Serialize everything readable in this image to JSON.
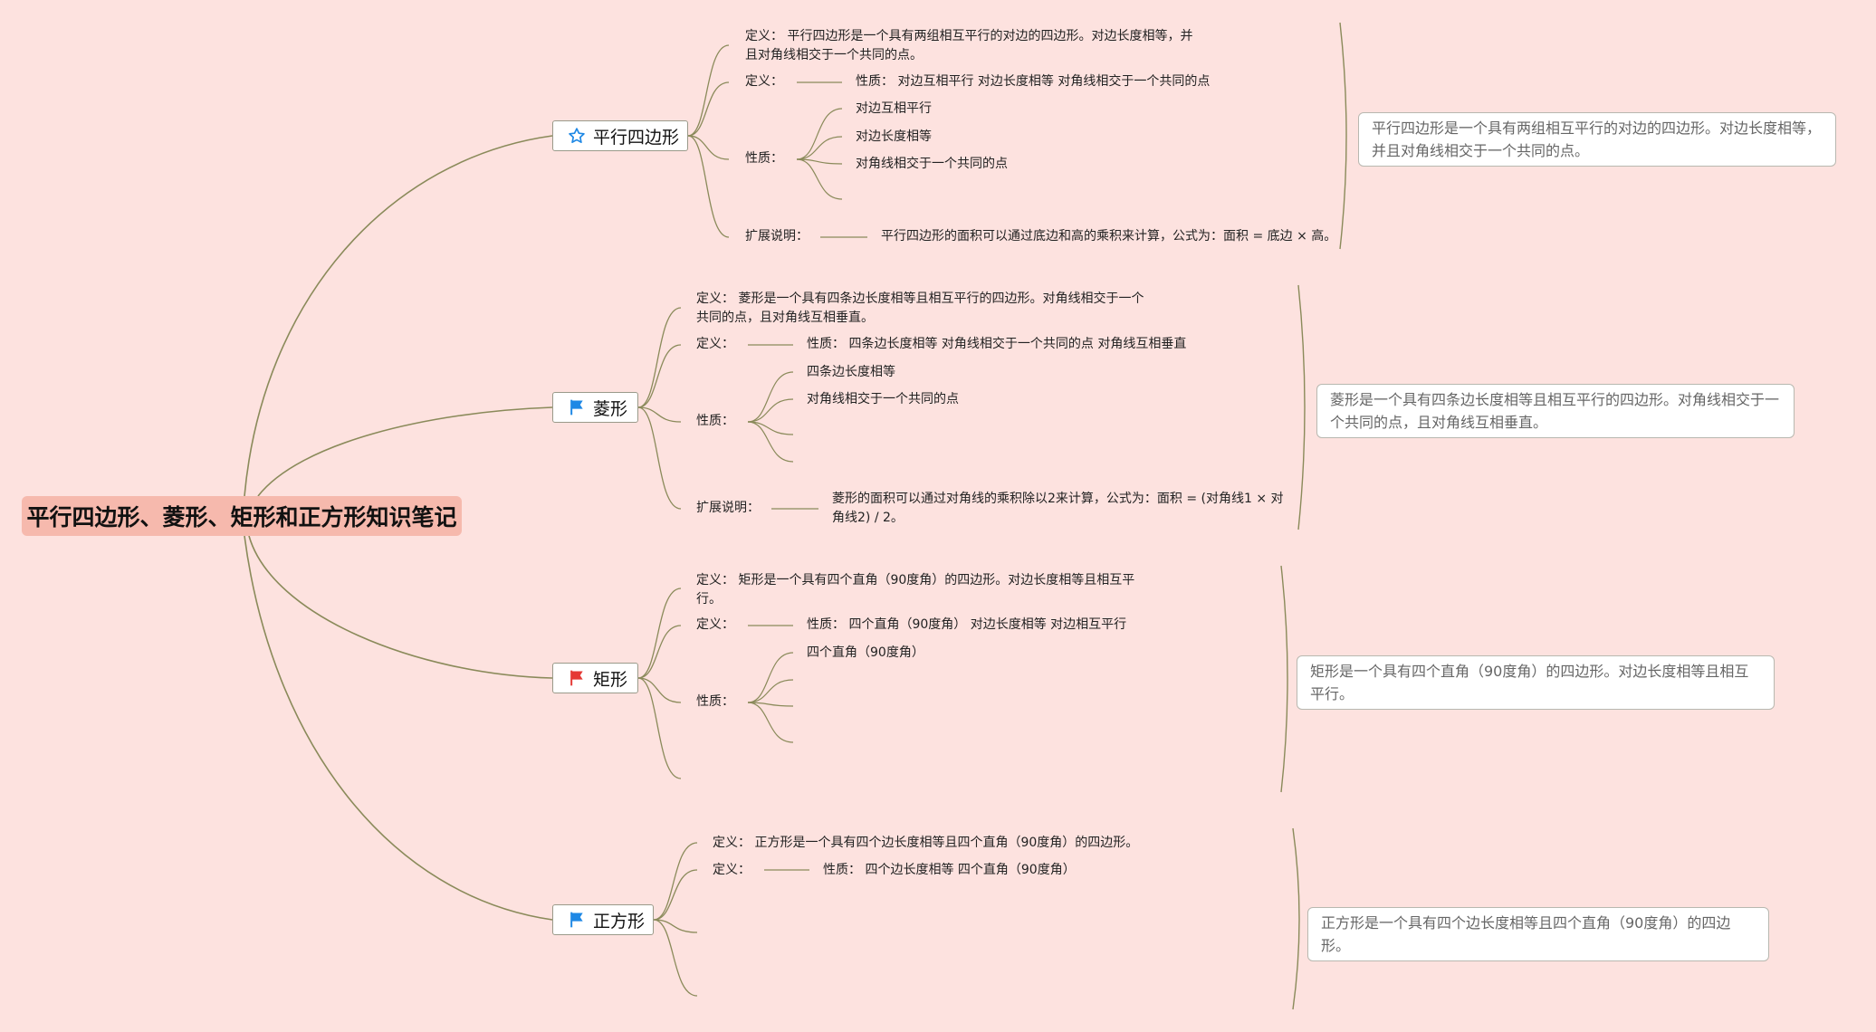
{
  "root": {
    "title": "平行四边形、菱形、矩形和正方形知识笔记"
  },
  "colors": {
    "background": "#fde2df",
    "root_fill": "#f6b9ad",
    "connector": "#8a8a5a",
    "flag_blue": "#1e88e5",
    "flag_red": "#e53935",
    "star": "#1e88e5"
  },
  "branches": [
    {
      "title": "平行四边形",
      "icon": "star-icon",
      "definition_full": "定义： 平行四边形是一个具有两组相互平行的对边的四边形。对边长度相等，并且对角线相交于一个共同的点。",
      "definition_label": "定义：",
      "definition_props": "性质： 对边互相平行 对边长度相等 对角线相交于一个共同的点",
      "property_label": "性质：",
      "properties": [
        "对边互相平行",
        "对边长度相等",
        "对角线相交于一个共同的点"
      ],
      "ext_label": "扩展说明：",
      "ext_text": "平行四边形的面积可以通过底边和高的乘积来计算，公式为：面积 = 底边 × 高。",
      "summary": "平行四边形是一个具有两组相互平行的对边的四边形。对边长度相等，并且对角线相交于一个共同的点。"
    },
    {
      "title": "菱形",
      "icon": "blue-flag-icon",
      "definition_full": "定义： 菱形是一个具有四条边长度相等且相互平行的四边形。对角线相交于一个共同的点，且对角线互相垂直。",
      "definition_label": "定义：",
      "definition_props": "性质： 四条边长度相等 对角线相交于一个共同的点 对角线互相垂直",
      "property_label": "性质：",
      "properties": [
        "四条边长度相等",
        "对角线相交于一个共同的点"
      ],
      "ext_label": "扩展说明：",
      "ext_text": "菱形的面积可以通过对角线的乘积除以2来计算，公式为：面积 = (对角线1 × 对角线2) / 2。",
      "summary": "菱形是一个具有四条边长度相等且相互平行的四边形。对角线相交于一个共同的点，且对角线互相垂直。"
    },
    {
      "title": "矩形",
      "icon": "red-flag-icon",
      "definition_full": "定义： 矩形是一个具有四个直角（90度角）的四边形。对边长度相等且相互平行。",
      "definition_label": "定义：",
      "definition_props": "性质： 四个直角（90度角） 对边长度相等 对边相互平行",
      "property_label": "性质：",
      "properties": [
        "四个直角（90度角）"
      ],
      "summary": "矩形是一个具有四个直角（90度角）的四边形。对边长度相等且相互平行。"
    },
    {
      "title": "正方形",
      "icon": "blue-flag-icon",
      "definition_full": "定义： 正方形是一个具有四个边长度相等且四个直角（90度角）的四边形。",
      "definition_label": "定义：",
      "definition_props": "性质： 四个边长度相等 四个直角（90度角）",
      "summary": "正方形是一个具有四个边长度相等且四个直角（90度角）的四边形。"
    }
  ]
}
